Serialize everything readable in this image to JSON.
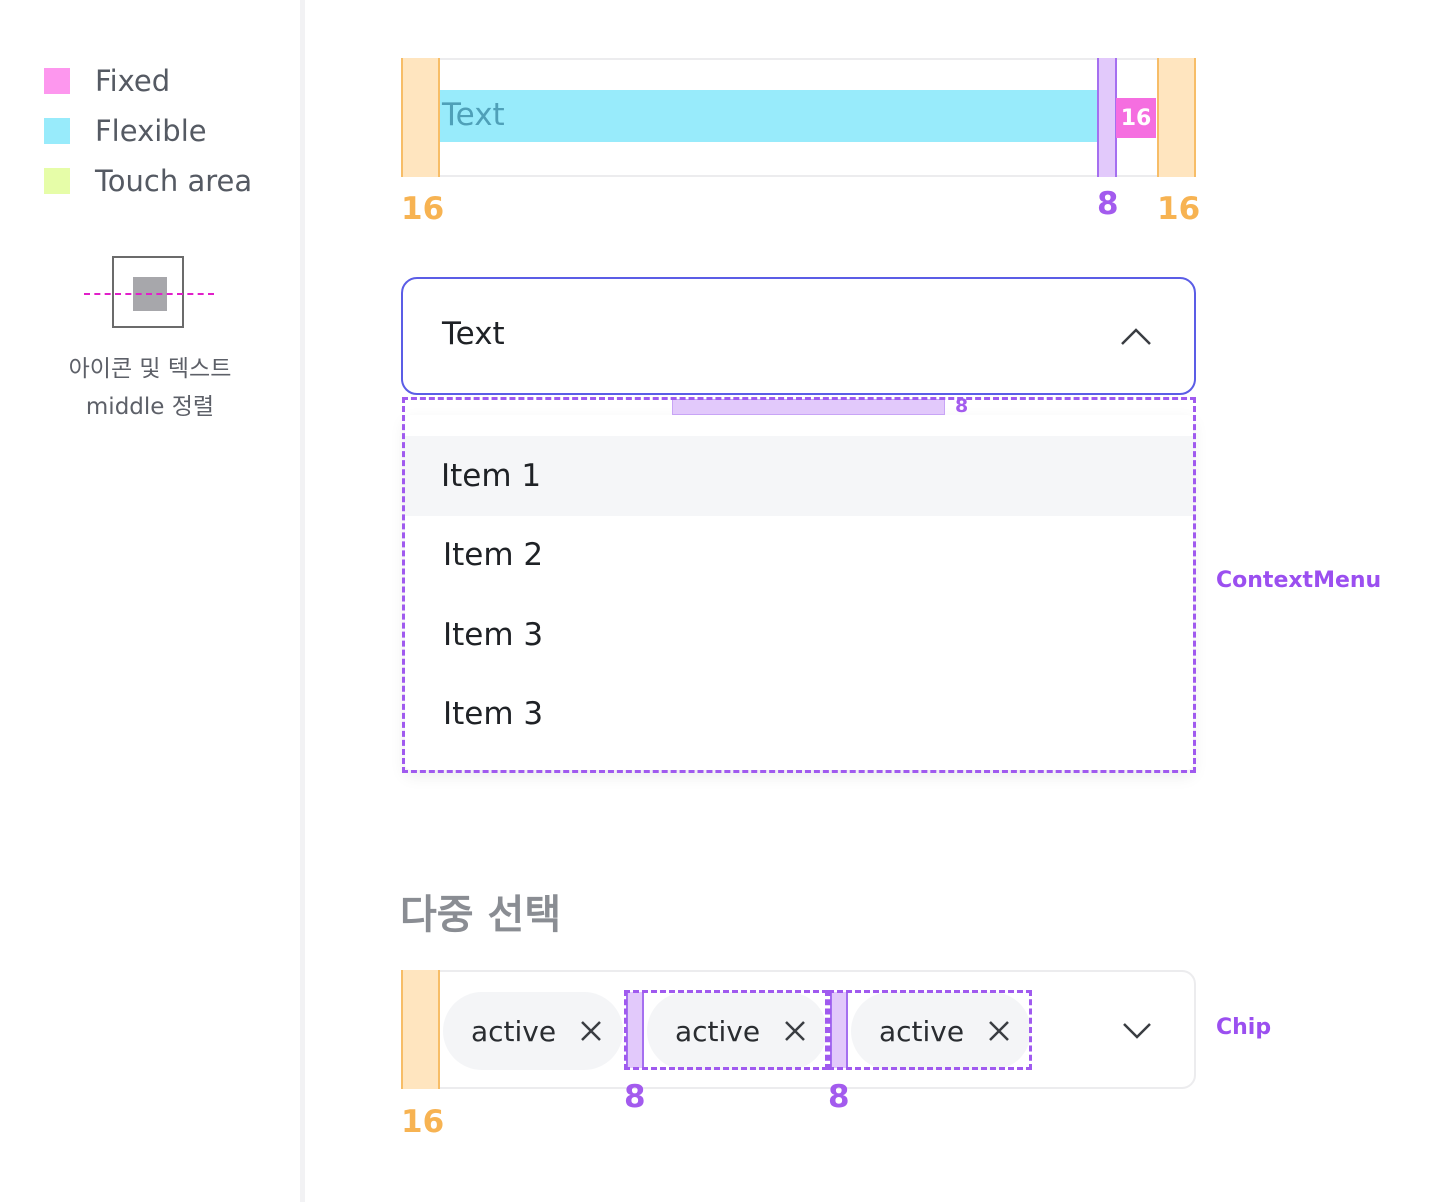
{
  "legend": {
    "items": [
      {
        "label": "Fixed",
        "color": "#fd97ee"
      },
      {
        "label": "Flexible",
        "color": "#98ebfb"
      },
      {
        "label": "Touch area",
        "color": "#e6fda8"
      }
    ],
    "align_caption_line1": "아이콘 및 텍스트",
    "align_caption_line2": "middle 정렬"
  },
  "spec_field": {
    "text": "Text",
    "fixed_value": "16",
    "padding_left": "16",
    "gap": "8",
    "padding_right": "16"
  },
  "select": {
    "value": "Text",
    "menu_gap": "8",
    "menu_items": [
      "Item 1",
      "Item 2",
      "Item 3",
      "Item 3"
    ],
    "menu_label": "ContextMenu"
  },
  "multi_select": {
    "title": "다중 선택",
    "chips": [
      "active",
      "active",
      "active"
    ],
    "chip_label": "Chip",
    "padding_left": "16",
    "gap1": "8",
    "gap2": "8"
  },
  "colors": {
    "padding": "#ffe5bf",
    "gap": "#e2c9fb",
    "accent": "#5b5de6",
    "annotation": "#a35bee"
  }
}
